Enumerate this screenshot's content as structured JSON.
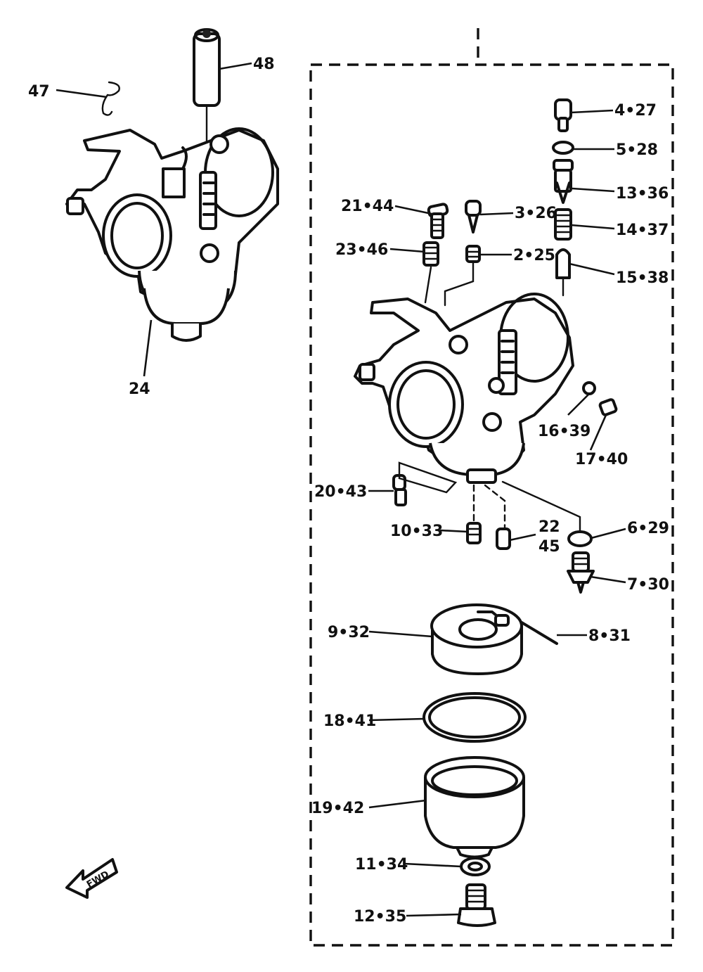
{
  "labels": {
    "l48": "48",
    "l47": "47",
    "l24": "24",
    "l4_27": "4•27",
    "l5_28": "5•28",
    "l13_36": "13•36",
    "l14_37": "14•37",
    "l15_38": "15•38",
    "l21_44": "21•44",
    "l3_26": "3•26",
    "l23_46": "23•46",
    "l2_25": "2•25",
    "l16_39": "16•39",
    "l17_40": "17•40",
    "l20_43": "20•43",
    "l10_33": "10•33",
    "l22": "22",
    "l45": "45",
    "l6_29": "6•29",
    "l7_30": "7•30",
    "l9_32": "9•32",
    "l8_31": "8•31",
    "l18_41": "18•41",
    "l19_42": "19•42",
    "l11_34": "11•34",
    "l12_35": "12•35"
  },
  "icons": {
    "front_arrow": "front-arrow-icon"
  },
  "colors": {
    "ink": "#111111",
    "paper": "#ffffff"
  }
}
